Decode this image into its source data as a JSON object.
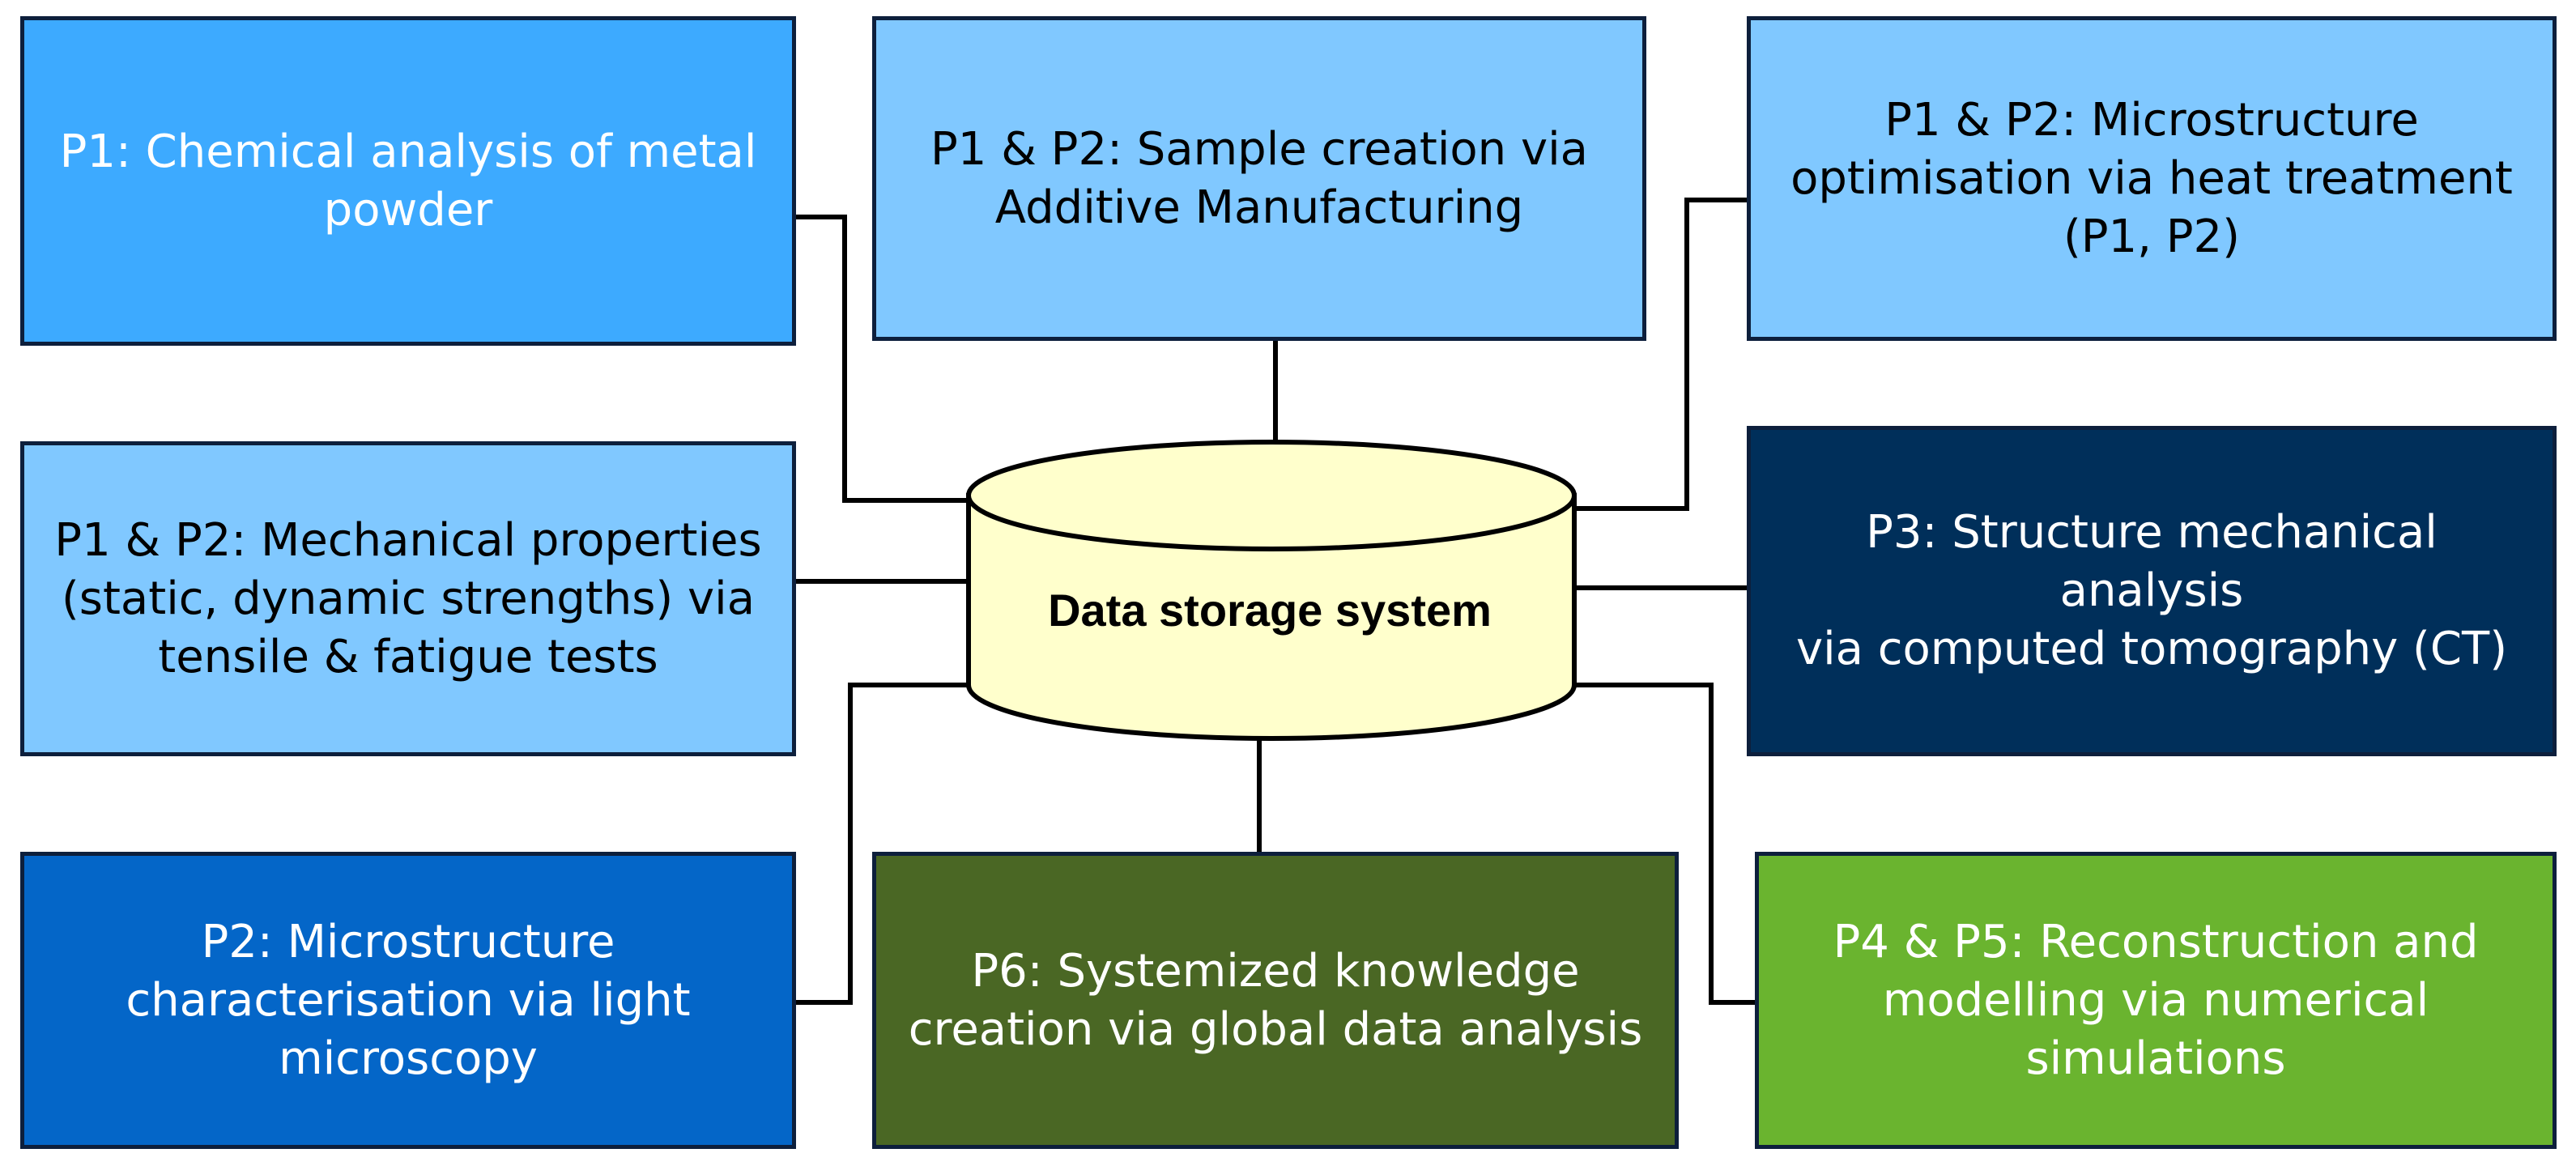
{
  "colors": {
    "bright_blue": "#3daaff",
    "light_blue": "#80c8ff",
    "navy": "#002f5a",
    "mid_blue": "#0466c8",
    "olive_green": "#4a6724",
    "lime_green": "#6ab42f",
    "database_fill": "#ffffcc",
    "connector": "#000000",
    "box_border": "#0d1f3c"
  },
  "database": {
    "label": "Data storage system"
  },
  "boxes": {
    "chemical": {
      "lines": [
        "P1: Chemical analysis of metal",
        "powder"
      ]
    },
    "sample": {
      "lines": [
        "P1 & P2: Sample creation via",
        "Additive Manufacturing"
      ]
    },
    "heat": {
      "lines": [
        "P1 & P2: Microstructure",
        "optimisation via heat treatment",
        "(P1, P2)"
      ]
    },
    "mechanical": {
      "lines": [
        "P1 & P2: Mechanical properties",
        "(static, dynamic strengths) via",
        "tensile & fatigue tests"
      ]
    },
    "ct": {
      "lines": [
        "P3: Structure mechanical analysis",
        "via computed tomography (CT)"
      ]
    },
    "microscopy": {
      "lines": [
        "P2: Microstructure",
        "characterisation via light",
        "microscopy"
      ]
    },
    "knowledge": {
      "lines": [
        "P6: Systemized knowledge",
        "creation via global data analysis"
      ]
    },
    "simulation": {
      "lines": [
        "P4 & P5: Reconstruction and",
        "modelling via numerical",
        "simulations"
      ]
    }
  }
}
